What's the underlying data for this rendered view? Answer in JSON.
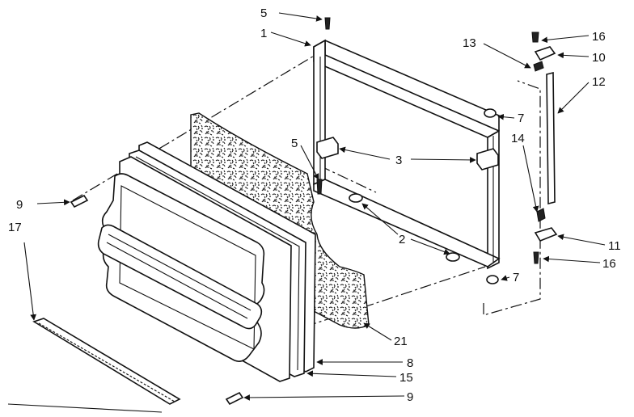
{
  "callouts": [
    {
      "id": "c5a",
      "text": "5"
    },
    {
      "id": "c1",
      "text": "1"
    },
    {
      "id": "c13",
      "text": "13"
    },
    {
      "id": "c16a",
      "text": "16"
    },
    {
      "id": "c10",
      "text": "10"
    },
    {
      "id": "c12",
      "text": "12"
    },
    {
      "id": "c7a",
      "text": "7"
    },
    {
      "id": "c5b",
      "text": "5"
    },
    {
      "id": "c14",
      "text": "14"
    },
    {
      "id": "c3",
      "text": "3"
    },
    {
      "id": "c2",
      "text": "2"
    },
    {
      "id": "c9a",
      "text": "9"
    },
    {
      "id": "c17",
      "text": "17"
    },
    {
      "id": "c11",
      "text": "11"
    },
    {
      "id": "c16b",
      "text": "16"
    },
    {
      "id": "c7b",
      "text": "7"
    },
    {
      "id": "c21",
      "text": "21"
    },
    {
      "id": "c8",
      "text": "8"
    },
    {
      "id": "c15",
      "text": "15"
    },
    {
      "id": "c9b",
      "text": "9"
    }
  ]
}
